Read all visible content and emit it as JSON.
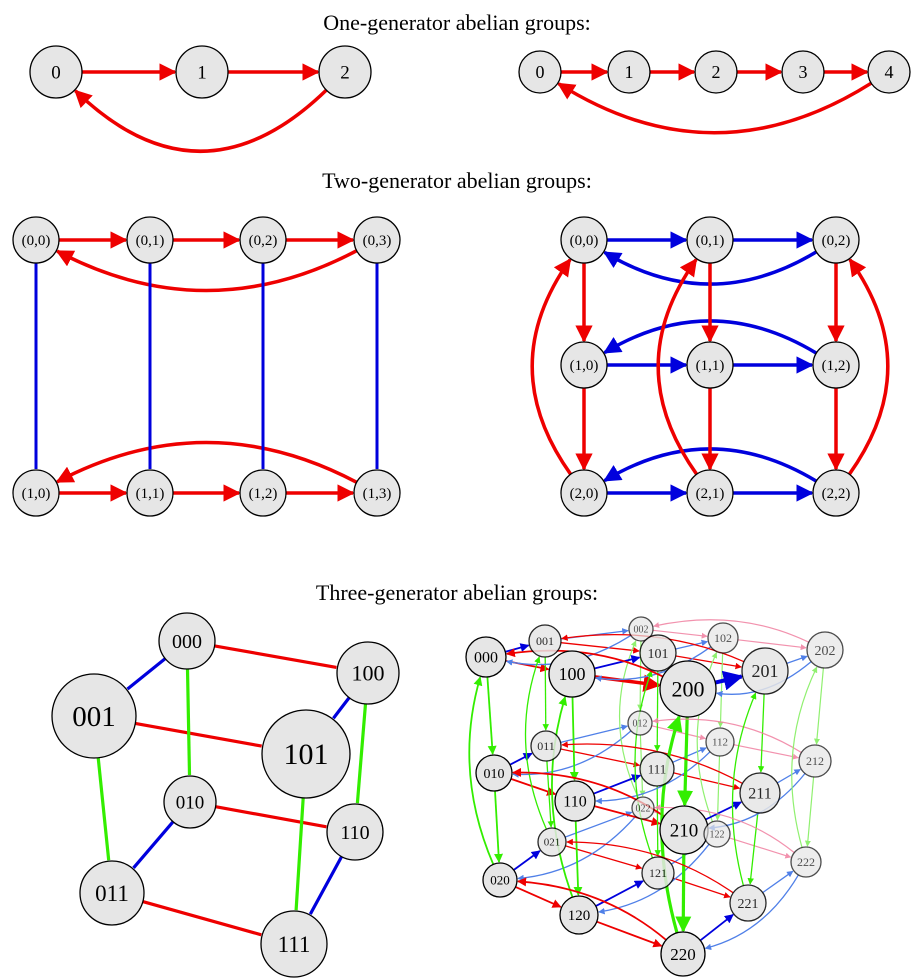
{
  "colors": {
    "red": "#ee0000",
    "blue": "#0000dd",
    "green": "#33ee00",
    "node_fill": "#e6e6e6",
    "node_stroke": "#000000",
    "faint_red": "#f080a0",
    "faint_blue": "#5080e8",
    "faint_green": "#90f070"
  },
  "sections": {
    "one": {
      "title": "One-generator abelian groups:"
    },
    "two": {
      "title": "Two-generator abelian groups:"
    },
    "three": {
      "title": "Three-generator abelian groups:"
    }
  },
  "z3": {
    "nodes": [
      "0",
      "1",
      "2"
    ]
  },
  "z5": {
    "nodes": [
      "0",
      "1",
      "2",
      "3",
      "4"
    ]
  },
  "z2z4": {
    "top": [
      "(0,0)",
      "(0,1)",
      "(0,2)",
      "(0,3)"
    ],
    "bottom": [
      "(1,0)",
      "(1,1)",
      "(1,2)",
      "(1,3)"
    ]
  },
  "z3z3": {
    "rows": [
      [
        "(0,0)",
        "(0,1)",
        "(0,2)"
      ],
      [
        "(1,0)",
        "(1,1)",
        "(1,2)"
      ],
      [
        "(2,0)",
        "(2,1)",
        "(2,2)"
      ]
    ]
  },
  "cube": {
    "nodes": [
      "000",
      "100",
      "001",
      "101",
      "010",
      "110",
      "011",
      "111"
    ]
  },
  "z3cube": {
    "nodes": [
      "000",
      "001",
      "002",
      "100",
      "101",
      "102",
      "200",
      "201",
      "202",
      "010",
      "011",
      "012",
      "110",
      "111",
      "112",
      "210",
      "211",
      "212",
      "020",
      "021",
      "022",
      "120",
      "121",
      "122",
      "220",
      "221",
      "222"
    ]
  }
}
